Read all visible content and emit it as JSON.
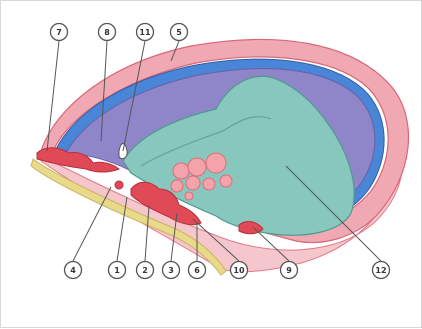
{
  "colors": {
    "outer_pink": "#f2b8bf",
    "rim_pink": "#e07a88",
    "blue_band": "#4a86d8",
    "cavity_purple": "#8f86c9",
    "body_teal": "#88c7bd",
    "cell_red": "#e04a56",
    "yolk_pink": "#f5a3aa",
    "shell_yellow": "#e9d98a"
  },
  "labels": {
    "l1": "1",
    "l2": "2",
    "l3": "3",
    "l4": "4",
    "l5": "5",
    "l6": "6",
    "l7": "7",
    "l8": "8",
    "l9": "9",
    "l10": "10",
    "l11": "11",
    "l12": "12"
  }
}
